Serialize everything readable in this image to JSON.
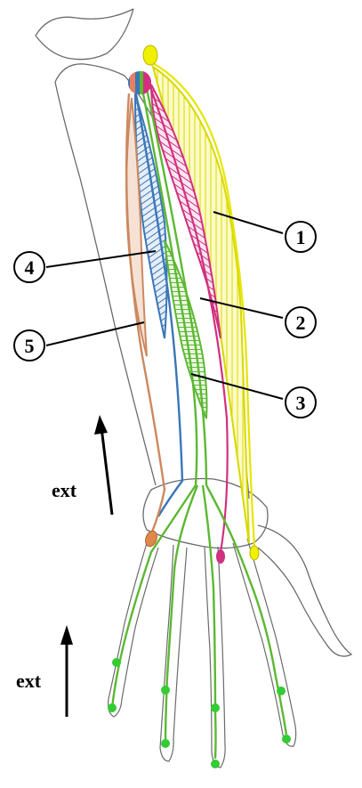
{
  "figure": {
    "callouts": [
      {
        "id": "1",
        "label": "1"
      },
      {
        "id": "2",
        "label": "2"
      },
      {
        "id": "3",
        "label": "3"
      },
      {
        "id": "4",
        "label": "4"
      },
      {
        "id": "5",
        "label": "5"
      }
    ],
    "arrows": [
      {
        "id": "upper",
        "label": "ext"
      },
      {
        "id": "lower",
        "label": "ext"
      }
    ],
    "colors": {
      "muscle_1": "#e6e600",
      "muscle_1_fill": "#f7f79a",
      "muscle_2": "#d0307f",
      "muscle_3": "#5cb832",
      "muscle_4": "#3a76b8",
      "muscle_5": "#cc8860",
      "bone_outline": "#6b6b6b",
      "joint_dot": "#33cc33"
    }
  }
}
